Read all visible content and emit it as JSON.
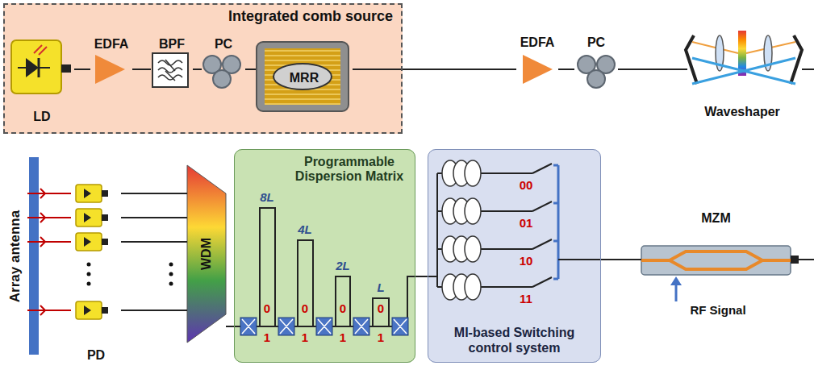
{
  "diagram": {
    "nodes": [
      {
        "text": [
          "Integrated comb source"
        ]
      },
      {
        "text": [
          "LD"
        ],
        "in": 0
      },
      {
        "text": [
          "EDFA"
        ],
        "in": 0
      },
      {
        "text": [
          "BPF"
        ],
        "in": 0
      },
      {
        "text": [
          "PC"
        ],
        "in": 0
      },
      {
        "text": [
          "MRR"
        ],
        "in": 0
      },
      {
        "text": [
          "EDFA"
        ]
      },
      {
        "text": [
          "PC"
        ]
      },
      {
        "text": [
          "Waveshaper"
        ]
      },
      {
        "text": [
          "Array antenna"
        ]
      },
      {
        "text": [
          "PD"
        ]
      },
      {
        "text": [
          "WDM"
        ]
      },
      {
        "text": [
          "Programmable Dispersion Matrix"
        ]
      },
      {
        "text": [
          "MI-based Switching control system"
        ]
      },
      {
        "text": [
          "MZM"
        ]
      }
    ],
    "edges": [
      {
        "from": 1,
        "to": 2,
        "arrow": "none"
      },
      {
        "from": 2,
        "to": 3,
        "arrow": "none"
      },
      {
        "from": 3,
        "to": 4,
        "arrow": "none"
      },
      {
        "from": 4,
        "to": 5,
        "arrow": "none"
      },
      {
        "from": 5,
        "to": 6,
        "arrow": "none"
      },
      {
        "from": 6,
        "to": 7,
        "arrow": "none"
      },
      {
        "from": 7,
        "to": 8,
        "arrow": "none"
      },
      {
        "from": 9,
        "to": 10,
        "arrow": "none"
      },
      {
        "from": 9,
        "to": 10,
        "arrow": "none"
      },
      {
        "from": 9,
        "to": 10,
        "arrow": "none"
      },
      {
        "from": 9,
        "to": 10,
        "arrow": "none"
      },
      {
        "from": 10,
        "to": 11,
        "arrow": "none"
      },
      {
        "from": 10,
        "to": 11,
        "arrow": "none"
      },
      {
        "from": 10,
        "to": 11,
        "arrow": "none"
      },
      {
        "from": 10,
        "to": 11,
        "arrow": "none"
      },
      {
        "from": 11,
        "to": 12,
        "arrow": "none"
      },
      {
        "from": 12,
        "to": 13,
        "arrow": "none"
      },
      {
        "from": 13,
        "to": 14,
        "arrow": "none"
      }
    ],
    "labels": [
      "8L",
      "4L",
      "2L",
      "L",
      "0",
      "1",
      "0",
      "1",
      "0",
      "1",
      "0",
      "1",
      "00",
      "01",
      "10",
      "11",
      "RF Signal"
    ]
  }
}
